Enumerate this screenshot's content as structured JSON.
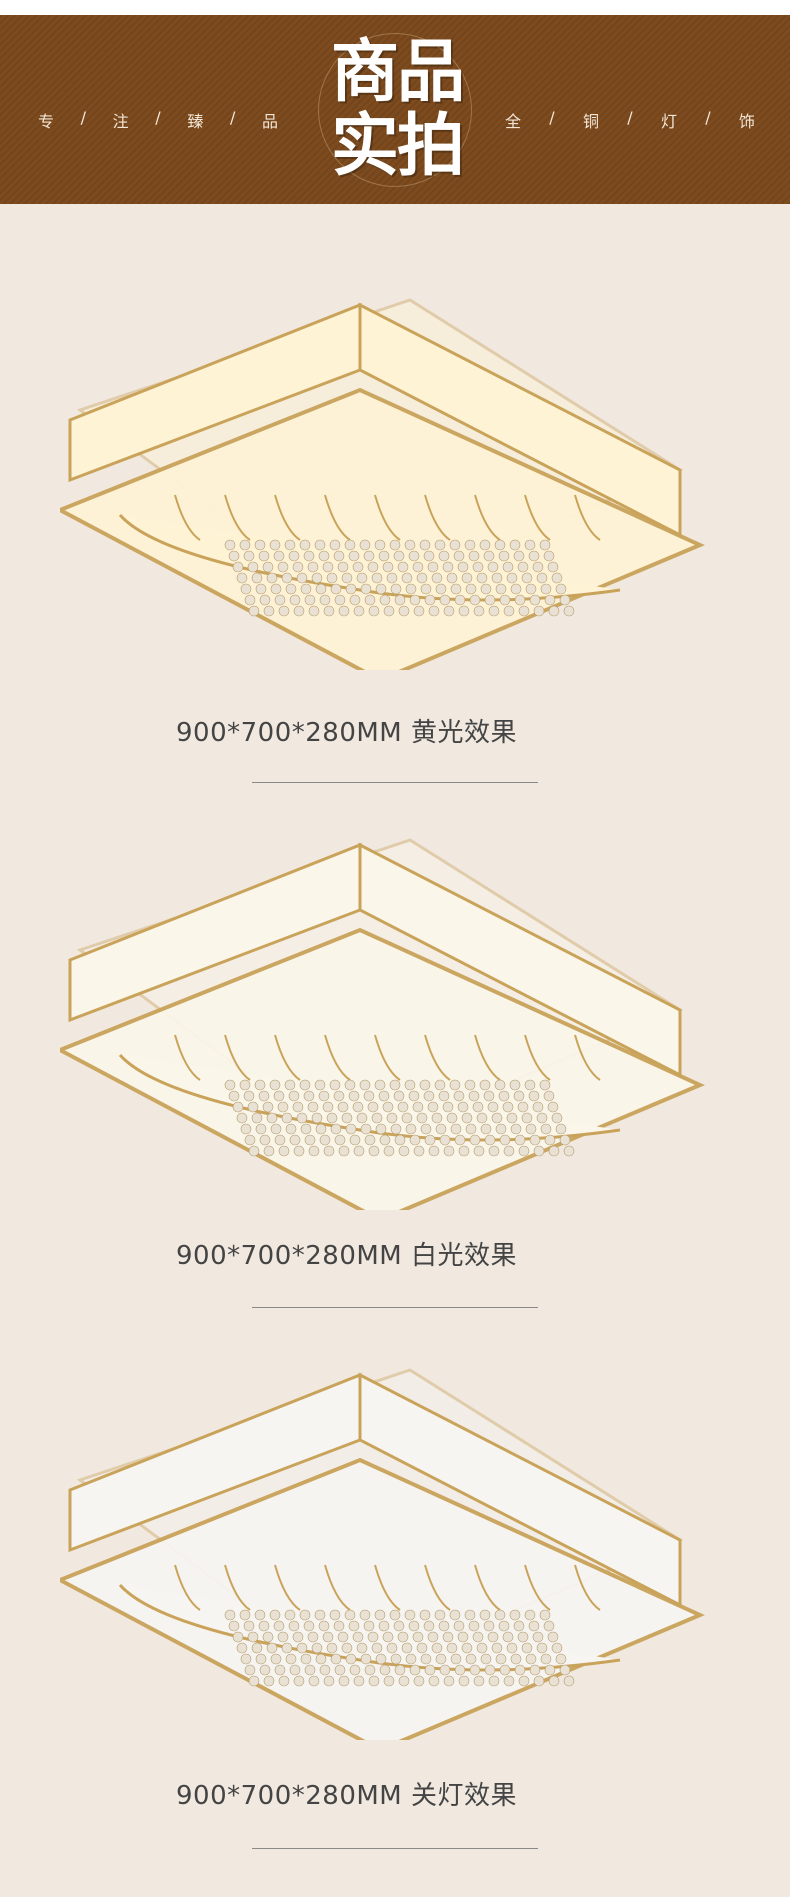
{
  "header": {
    "title_line1": "商品",
    "title_line2": "实拍",
    "slogan_left": [
      "专",
      "/",
      "注",
      "/",
      "臻",
      "/",
      "品"
    ],
    "slogan_right": [
      "全",
      "/",
      "铜",
      "/",
      "灯",
      "/",
      "饰"
    ]
  },
  "products": [
    {
      "caption": "900*700*280MM  黄光效果",
      "glow": "#fff3d6"
    },
    {
      "caption": "900*700*280MM  白光效果",
      "glow": "#fbf6ea"
    },
    {
      "caption": "900*700*280MM  关灯效果",
      "glow": "#f7f5f2"
    }
  ],
  "colors": {
    "brass": "#c9a35a",
    "banner": "#7d4b1e"
  }
}
